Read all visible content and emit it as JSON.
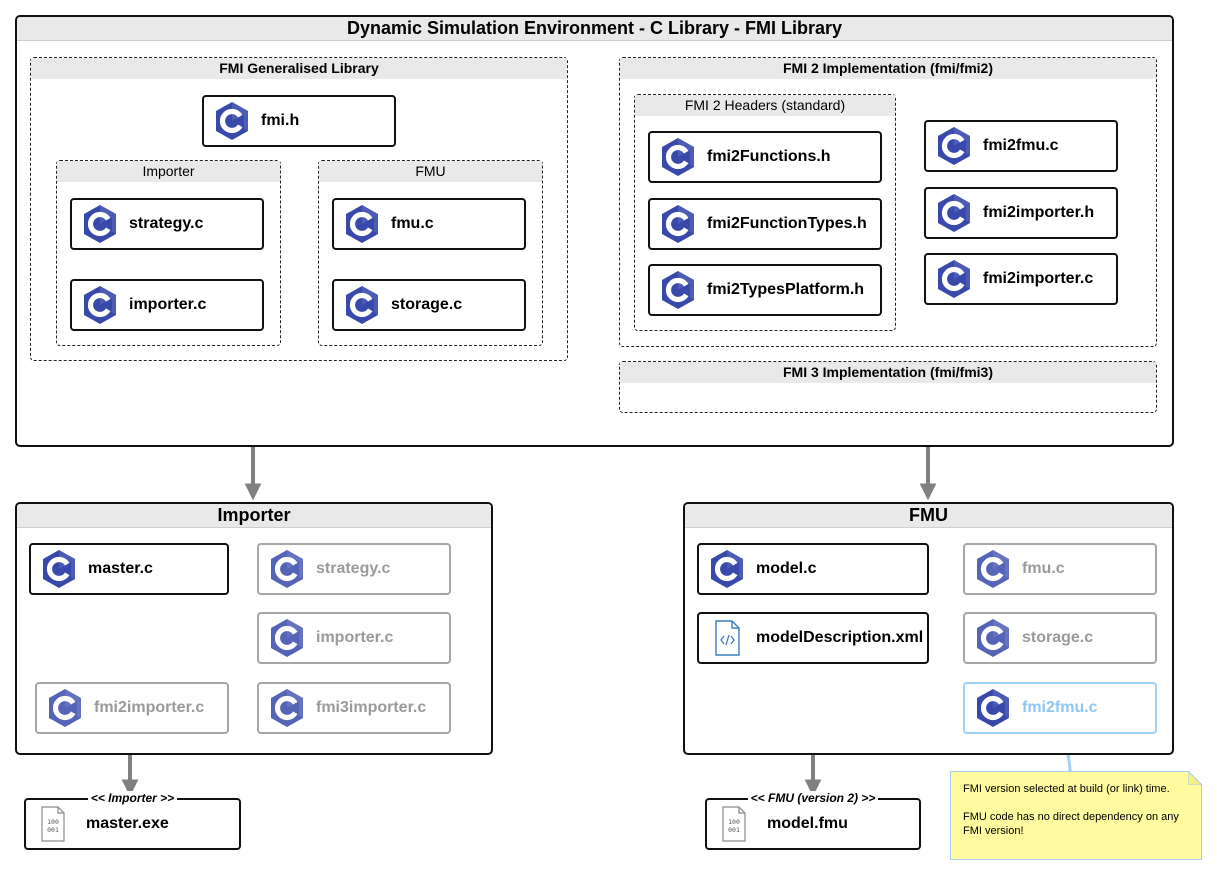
{
  "main": {
    "title": "Dynamic Simulation Environment - C Library - FMI Library",
    "generalised": {
      "title": "FMI Generalised Library",
      "fmi_h": "fmi.h",
      "importer": {
        "title": "Importer",
        "strategy": "strategy.c",
        "importer": "importer.c"
      },
      "fmu": {
        "title": "FMU",
        "fmu": "fmu.c",
        "storage": "storage.c"
      }
    },
    "fmi2": {
      "title": "FMI 2 Implementation  (fmi/fmi2)",
      "headers": {
        "title": "FMI 2 Headers (standard)",
        "functions": "fmi2Functions.h",
        "function_types": "fmi2FunctionTypes.h",
        "types_platform": "fmi2TypesPlatform.h"
      },
      "fmu_c": "fmi2fmu.c",
      "importer_h": "fmi2importer.h",
      "importer_c": "fmi2importer.c"
    },
    "fmi3": {
      "title": "FMI 3 Implementation  (fmi/fmi3)"
    }
  },
  "importer_frame": {
    "title": "Importer",
    "master": "master.c",
    "strategy": "strategy.c",
    "importer": "importer.c",
    "fmi2importer": "fmi2importer.c",
    "fmi3importer": "fmi3importer.c"
  },
  "fmu_frame": {
    "title": "FMU",
    "model": "model.c",
    "model_description": "modelDescription.xml",
    "fmu": "fmu.c",
    "storage": "storage.c",
    "fmi2fmu": "fmi2fmu.c"
  },
  "artifacts": {
    "master": {
      "stereotype": "<< Importer >>",
      "label": "master.exe"
    },
    "model": {
      "stereotype": "<< FMU (version 2) >>",
      "label": "model.fmu"
    }
  },
  "note": {
    "line1": "FMI version selected at build (or link) time.",
    "line2": "FMU code has no direct dependency on any FMI version!"
  },
  "icons": {
    "c_source": "c-language-icon",
    "xml_file": "xml-file-icon",
    "binary_file": "binary-file-icon",
    "binary_glyph": "100\n001"
  },
  "colors": {
    "c_logo": "#3949ab",
    "note_bg": "#fffb9e",
    "highlight": "#9fd0f6",
    "ghost": "#a6a6a6"
  }
}
